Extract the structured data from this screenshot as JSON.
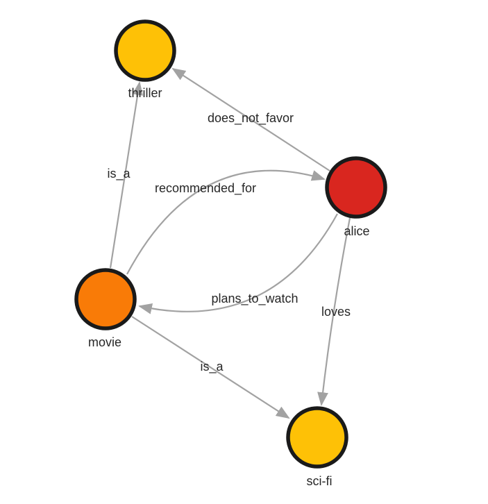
{
  "diagram": {
    "type": "directed-graph",
    "background_color": "#FFFFFF",
    "edge_color": "#A2A2A2",
    "node_border_color": "#1A1A1A",
    "label_color": "#262626",
    "nodes": [
      {
        "id": "thriller",
        "label": "thriller",
        "color": "#FEC106"
      },
      {
        "id": "alice",
        "label": "alice",
        "color": "#D9261F"
      },
      {
        "id": "movie",
        "label": "movie",
        "color": "#F97B07"
      },
      {
        "id": "sci-fi",
        "label": "sci-fi",
        "color": "#FEC106"
      }
    ],
    "edges": [
      {
        "from": "alice",
        "to": "thriller",
        "label": "does_not_favor"
      },
      {
        "from": "movie",
        "to": "thriller",
        "label": "is_a"
      },
      {
        "from": "movie",
        "to": "alice",
        "label": "recommended_for"
      },
      {
        "from": "alice",
        "to": "movie",
        "label": "plans_to_watch"
      },
      {
        "from": "alice",
        "to": "sci-fi",
        "label": "loves"
      },
      {
        "from": "movie",
        "to": "sci-fi",
        "label": "is_a"
      }
    ]
  }
}
